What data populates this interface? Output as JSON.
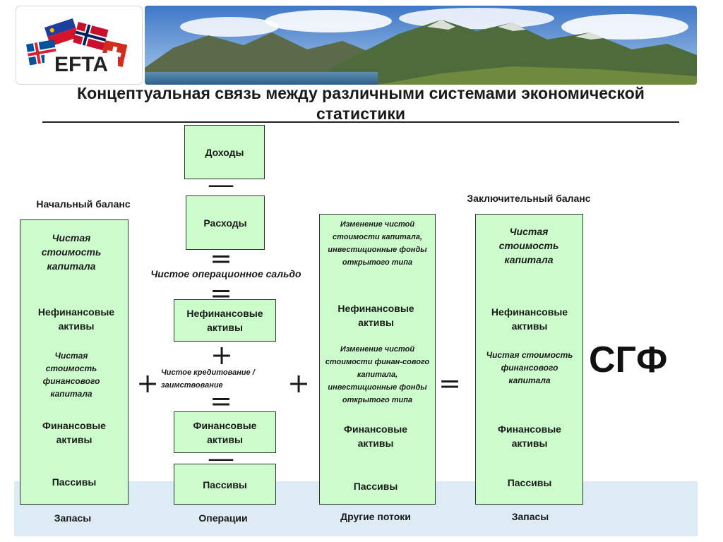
{
  "logo": {
    "text": "EFTA"
  },
  "title": "Концептуальная связь между различными системами экономической статистики",
  "operators": {
    "minus": "—",
    "equals": "=",
    "plus": "+"
  },
  "headers": {
    "opening_balance": "Начальный баланс",
    "closing_balance": "Заключительный баланс"
  },
  "opening": {
    "net_worth": "Чистая стоимость капитала",
    "nonfinancial": "Нефинансовые активы",
    "net_financial_worth": "Чистая стоимость финансового капитала",
    "financial": "Финансовые активы",
    "liabilities": "Пассивы"
  },
  "transactions": {
    "revenue": "Доходы",
    "expense": "Расходы",
    "net_operating_balance": "Чистое операционное сальдо",
    "nonfinancial": "Нефинансовые активы",
    "net_lending": "Чистое кредитование /заимствование",
    "financial": "Финансовые активы",
    "liabilities": "Пассивы"
  },
  "other_flows": {
    "change_net_worth": "Изменение чистой стоимости капитала, инвестиционные фонды открытого типа",
    "nonfinancial": "Нефинансовые активы",
    "change_net_financial_worth": "Изменение чистой стоимости финан-сового капитала, инвестиционные фонды открытого типа",
    "financial": "Финансовые активы",
    "liabilities": "Пассивы"
  },
  "closing": {
    "net_worth": "Чистая стоимость капитала",
    "nonfinancial": "Нефинансовые активы",
    "net_financial_worth": "Чистая стоимость финансового капитала",
    "financial": "Финансовые активы",
    "liabilities": "Пассивы"
  },
  "footers": {
    "stocks_left": "Запасы",
    "operations": "Операции",
    "other_flows": "Другие потоки",
    "stocks_right": "Запасы"
  },
  "sgf": "СГФ"
}
